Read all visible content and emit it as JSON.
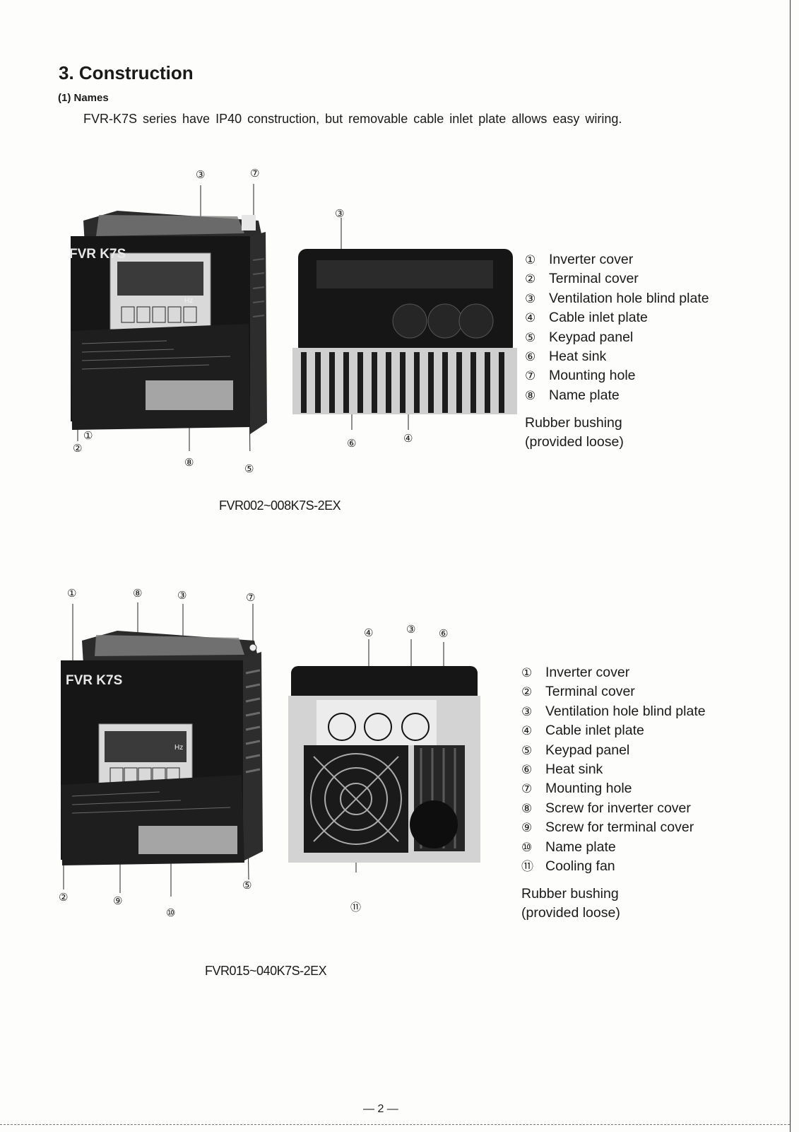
{
  "section": {
    "title": "3. Construction",
    "subtitle": "(1) Names",
    "intro": "FVR-K7S series have IP40 construction, but removable cable inlet plate allows easy wiring."
  },
  "figure1": {
    "brand_label": "FVR K7S",
    "keypad_unit": "Hz",
    "callouts": {
      "c1": "①",
      "c2": "②",
      "c3_front": "③",
      "c3_rear": "③",
      "c4": "④",
      "c5": "⑤",
      "c6": "⑥",
      "c7": "⑦",
      "c8": "⑧"
    },
    "caption": "FVR002~008K7S-2EX",
    "legend": [
      {
        "num": "①",
        "label": "Inverter cover"
      },
      {
        "num": "②",
        "label": "Terminal cover"
      },
      {
        "num": "③",
        "label": "Ventilation hole blind plate"
      },
      {
        "num": "④",
        "label": "Cable inlet plate"
      },
      {
        "num": "⑤",
        "label": "Keypad panel"
      },
      {
        "num": "⑥",
        "label": "Heat sink"
      },
      {
        "num": "⑦",
        "label": "Mounting hole"
      },
      {
        "num": "⑧",
        "label": "Name plate"
      }
    ],
    "note_line1": "Rubber bushing",
    "note_line2": "(provided loose)"
  },
  "figure2": {
    "brand_label": "FVR K7S",
    "keypad_unit": "Hz",
    "callouts": {
      "c1": "①",
      "c2": "②",
      "c3_front": "③",
      "c3_rear": "③",
      "c4": "④",
      "c5": "⑤",
      "c6": "⑥",
      "c7": "⑦",
      "c8": "⑧",
      "c9": "⑨",
      "c10": "⑩",
      "c11": "⑪"
    },
    "caption": "FVR015~040K7S-2EX",
    "legend": [
      {
        "num": "①",
        "label": "Inverter cover"
      },
      {
        "num": "②",
        "label": "Terminal cover"
      },
      {
        "num": "③",
        "label": "Ventilation hole blind plate"
      },
      {
        "num": "④",
        "label": "Cable inlet plate"
      },
      {
        "num": "⑤",
        "label": "Keypad panel"
      },
      {
        "num": "⑥",
        "label": "Heat sink"
      },
      {
        "num": "⑦",
        "label": "Mounting hole"
      },
      {
        "num": "⑧",
        "label": "Screw for inverter cover"
      },
      {
        "num": "⑨",
        "label": "Screw for terminal cover"
      },
      {
        "num": "⑩",
        "label": "Name plate"
      },
      {
        "num": "⑪",
        "label": "Cooling fan"
      }
    ],
    "note_line1": "Rubber bushing",
    "note_line2": "(provided loose)"
  },
  "page_number": "— 2 —"
}
